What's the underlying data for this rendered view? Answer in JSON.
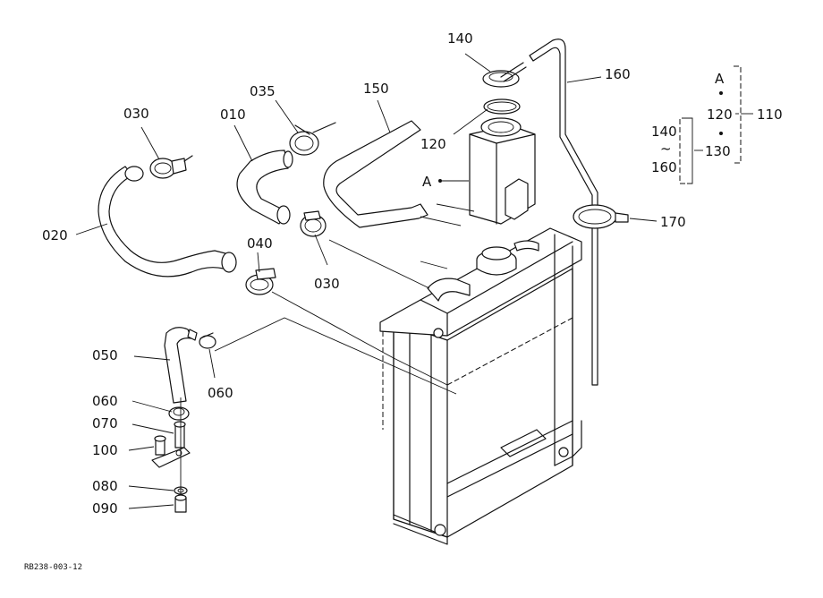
{
  "parts": {
    "p010": "010",
    "p020": "020",
    "p030a": "030",
    "p030b": "030",
    "p035": "035",
    "p040": "040",
    "p050": "050",
    "p060a": "060",
    "p060b": "060",
    "p070": "070",
    "p080": "080",
    "p090": "090",
    "p100": "100",
    "p110": "110",
    "p120a": "120",
    "p120b": "120",
    "p130": "130",
    "p140a": "140",
    "p140b": "140",
    "p150": "150",
    "p160a": "160",
    "p160b": "160",
    "p170": "170",
    "refA1": "A",
    "refA2": "A",
    "tilde": "~"
  },
  "footer": {
    "drawing_code": "RB238-003-12"
  }
}
